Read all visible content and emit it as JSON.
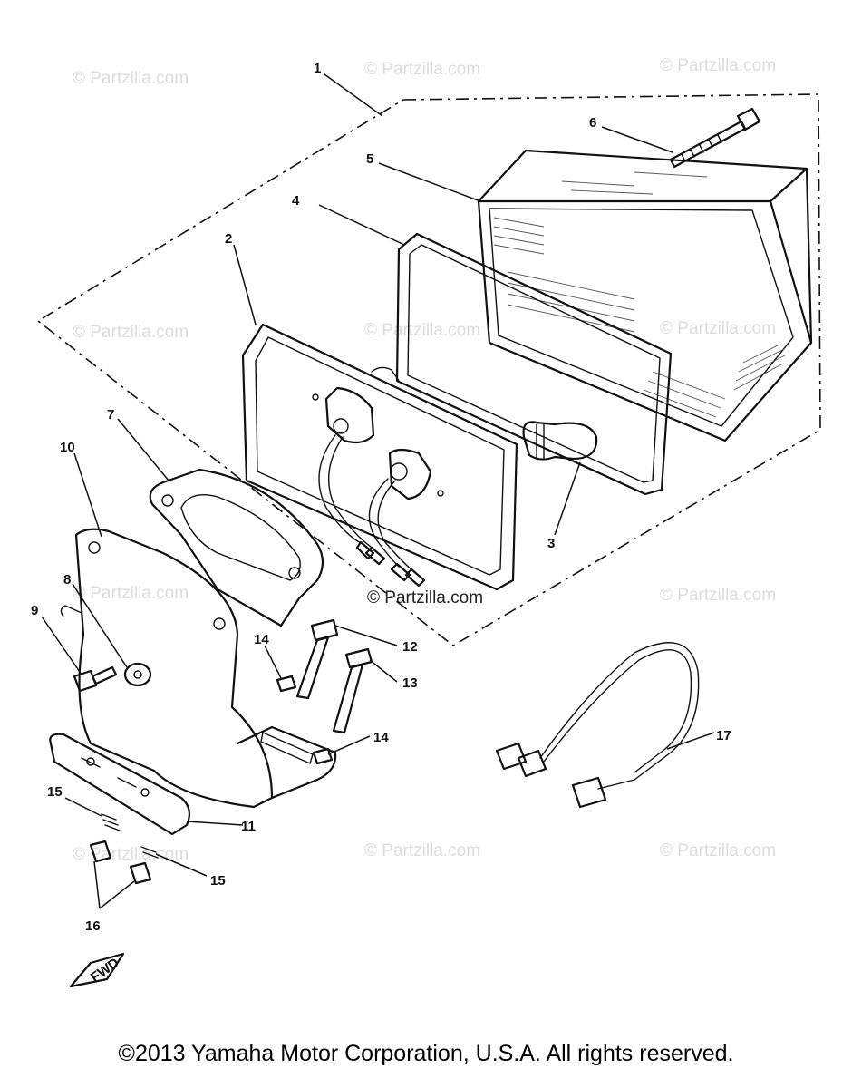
{
  "watermark": "© Partzilla.com",
  "copyright": "©2013 Yamaha Motor Corporation, U.S.A. All rights reserved.",
  "fwd_label": "FWD",
  "callouts": [
    "1",
    "2",
    "3",
    "4",
    "5",
    "6",
    "7",
    "8",
    "9",
    "10",
    "11",
    "12",
    "13",
    "14",
    "14",
    "15",
    "15",
    "16",
    "17"
  ]
}
